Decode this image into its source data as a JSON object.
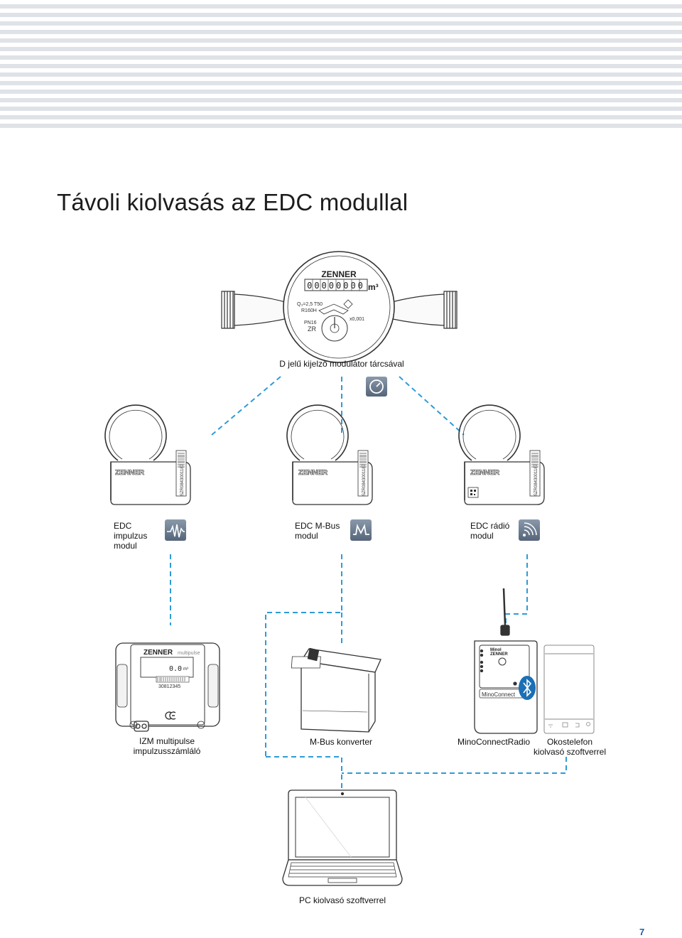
{
  "title": "Távoli kiolvasás az EDC modullal",
  "meter": {
    "brand": "ZENNER",
    "digits": "00000000",
    "unit": "m³",
    "spec1": "Q₃=2,5 T50",
    "spec2": "R160H",
    "pn": "PN16",
    "zr": "ZR",
    "resolution": "x0,001",
    "caption": "D jelű kijelző modulátor tárcsával"
  },
  "modules": [
    {
      "brand": "ZENNER",
      "serial": "SZR0843001187",
      "label_line1": "EDC",
      "label_line2": "impulzus",
      "label_line3": "modul",
      "icon": "pulse-icon"
    },
    {
      "brand": "ZENNER",
      "serial": "SZR0843001187",
      "label_line1": "EDC M-Bus",
      "label_line2": "modul",
      "icon": "mbus-icon"
    },
    {
      "brand": "ZENNER",
      "serial": "SZR0843001187",
      "label_line1": "EDC rádió",
      "label_line2": "modul",
      "icon": "radio-icon"
    }
  ],
  "devices": {
    "izm": {
      "brand": "ZENNER",
      "subtitle": "multipulse",
      "display": "0.0",
      "unit": "m³",
      "barcode_number": "30812345",
      "label_line1": "IZM multipulse",
      "label_line2": "impulzusszámláló"
    },
    "mbus": {
      "label": "M-Bus konverter"
    },
    "mino": {
      "brand1": "Minol",
      "brand2": "ZENNER",
      "screen_text": "MinoConnect",
      "label": "MinoConnectRadio"
    },
    "phone": {
      "label_line1": "Okostelefon",
      "label_line2": "kiolvasó szoftverrel"
    },
    "pc": {
      "label": "PC kiolvasó szoftverrel"
    }
  },
  "colors": {
    "dash": "#2e9bd6",
    "stripe": "#dfe2e7",
    "icon_bg": "#6a7a8c",
    "outline": "#333333",
    "page_num": "#1a5fa6"
  },
  "page_number": "7"
}
